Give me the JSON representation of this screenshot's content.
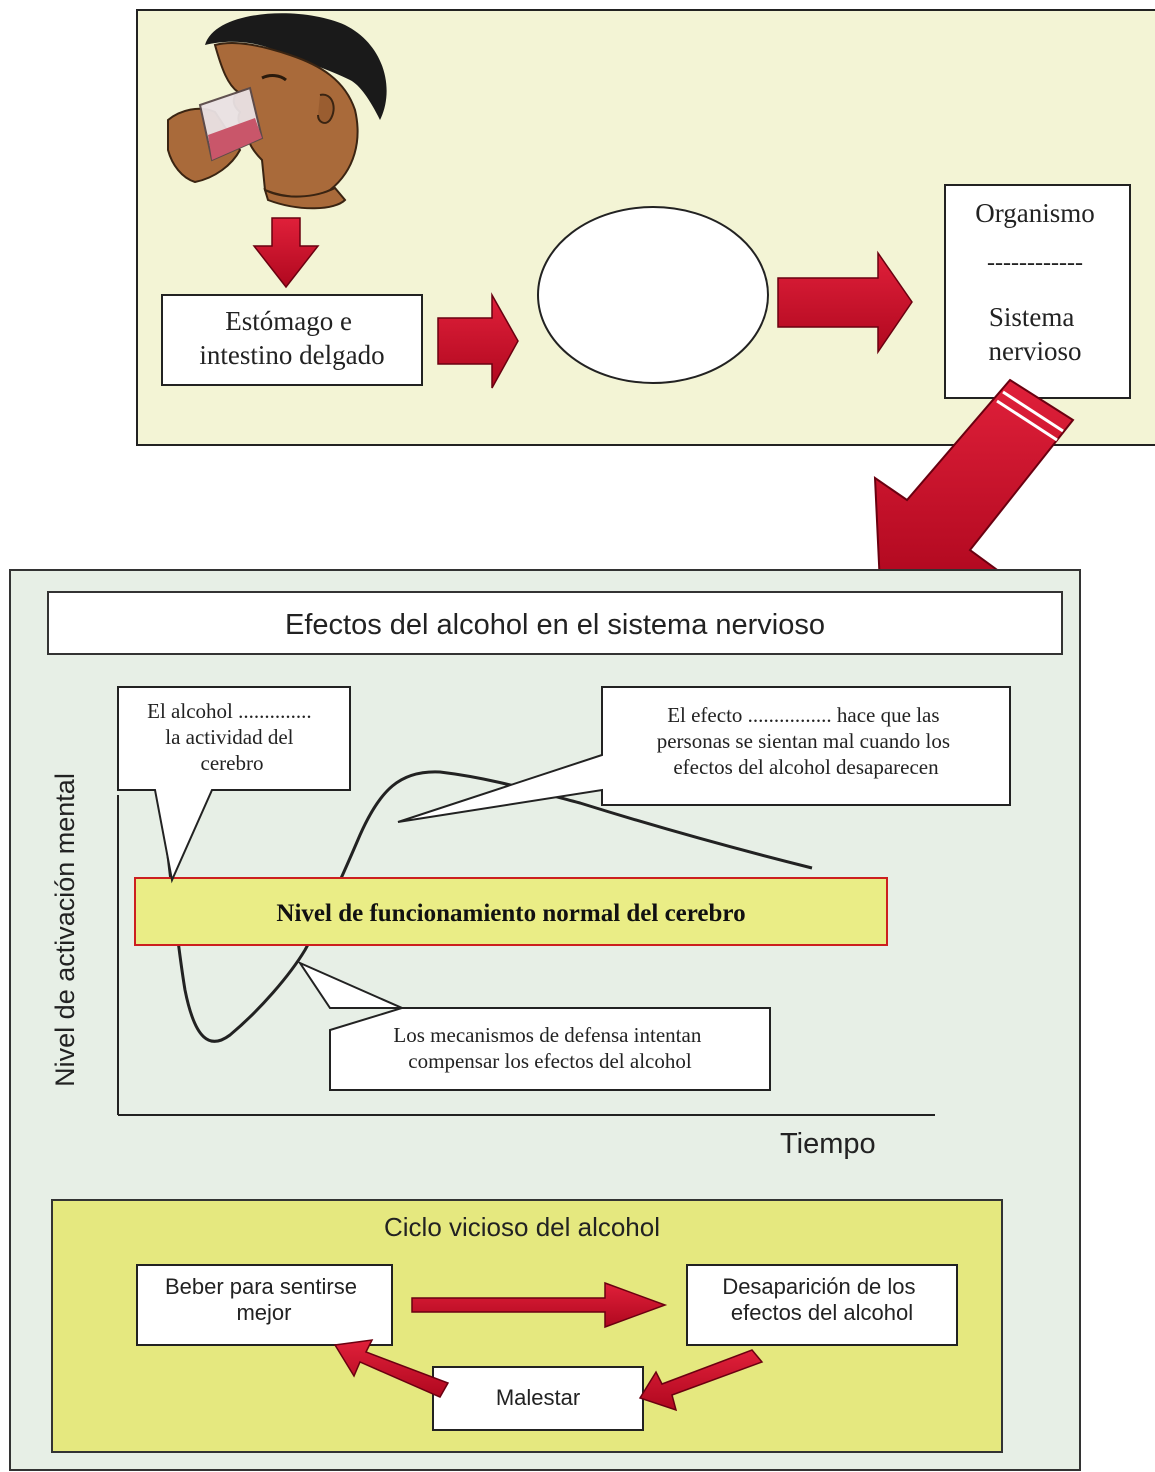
{
  "absorption": {
    "stomach_box": [
      "Estómago e",
      "intestino delgado"
    ],
    "organism_box": {
      "top": "Organismo",
      "divider": "------------",
      "bottom": [
        "Sistema",
        "nervioso"
      ]
    }
  },
  "effects": {
    "title": "Efectos del alcohol en el sistema nervioso",
    "y_axis_label": "Nivel de activación mental",
    "x_axis_label": "Tiempo",
    "normal_level_label": "Nivel de funcionamiento normal del cerebro",
    "callout_alcohol": [
      "El alcohol ..............",
      "la actividad del",
      "cerebro"
    ],
    "callout_effect": [
      "El efecto ................ hace que las",
      "personas se sientan mal cuando los",
      "efectos del alcohol desaparecen"
    ],
    "callout_defense": [
      "Los mecanismos de defensa intentan",
      "compensar los efectos del alcohol"
    ]
  },
  "cycle": {
    "title": "Ciclo vicioso del alcohol",
    "drink_box": [
      "Beber para sentirse",
      "mejor"
    ],
    "disappear_box": [
      "Desaparición de los",
      "efectos del alcohol"
    ],
    "malaise_box": "Malestar"
  },
  "colors": {
    "top_panel_bg": "#f3f4d5",
    "bottom_panel_bg": "#e7efe6",
    "cycle_panel_bg": "#e5e87f",
    "normal_band_bg": "#eaed86",
    "arrow_red": "#d0102a",
    "band_border": "#cc1f1f"
  }
}
